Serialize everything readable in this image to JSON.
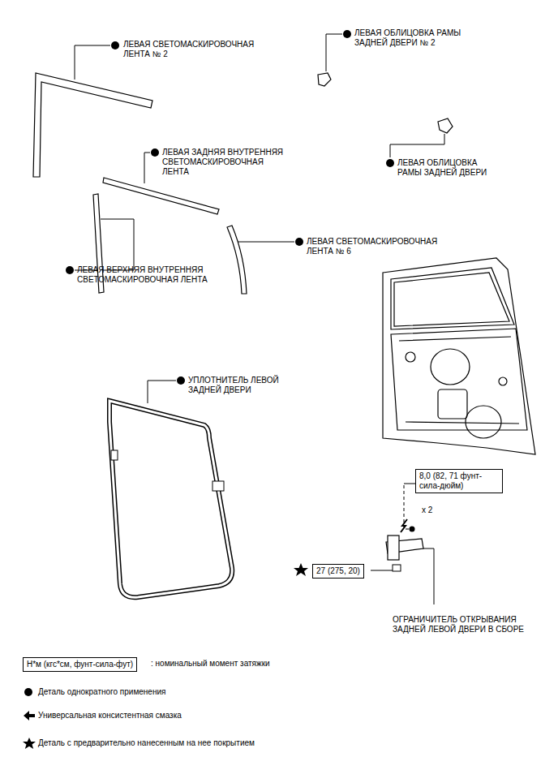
{
  "diagram": {
    "nodes": [
      {
        "text": [
          "8,0 (82, 71 фунт-сила-дюйм)"
        ]
      },
      {
        "text": [
          "27 (275, 20)"
        ]
      },
      {
        "text": [
          "Н*м (кгс*см, фунт-сила-фут)"
        ]
      }
    ],
    "edges": [],
    "labels": [
      "ЛЕВАЯ СВЕТОМАСКИРОВОЧНАЯ ЛЕНТА № 2",
      "ЛЕВАЯ ОБЛИЦОВКА РАМЫ ЗАДНЕЙ ДВЕРИ № 2",
      "ЛЕВАЯ ЗАДНЯЯ ВНУТРЕННЯЯ СВЕТОМАСКИРОВОЧНАЯ ЛЕНТА",
      "ЛЕВАЯ ОБЛИЦОВКА РАМЫ ЗАДНЕЙ ДВЕРИ",
      "ЛЕВАЯ СВЕТОМАСКИРОВОЧНАЯ ЛЕНТА № 6",
      "ЛЕВАЯ ВЕРХНЯЯ ВНУТРЕННЯЯ СВЕТОМАСКИРОВОЧНАЯ ЛЕНТА",
      "УПЛОТНИТЕЛЬ ЛЕВОЙ ЗАДНЕЙ ДВЕРИ",
      "x 2",
      "ОГРАНИЧИТЕЛЬ ОТКРЫВАНИЯ ЗАДНЕЙ ЛЕВОЙ ДВЕРИ В СБОРЕ"
    ],
    "legend": [
      {
        "text": ": номинальный момент затяжки"
      },
      {
        "text": "Деталь однократного применения"
      },
      {
        "text": "Универсальная консистентная смазка"
      },
      {
        "text": "Деталь с предварительно нанесенным на нее покрытием"
      }
    ]
  }
}
